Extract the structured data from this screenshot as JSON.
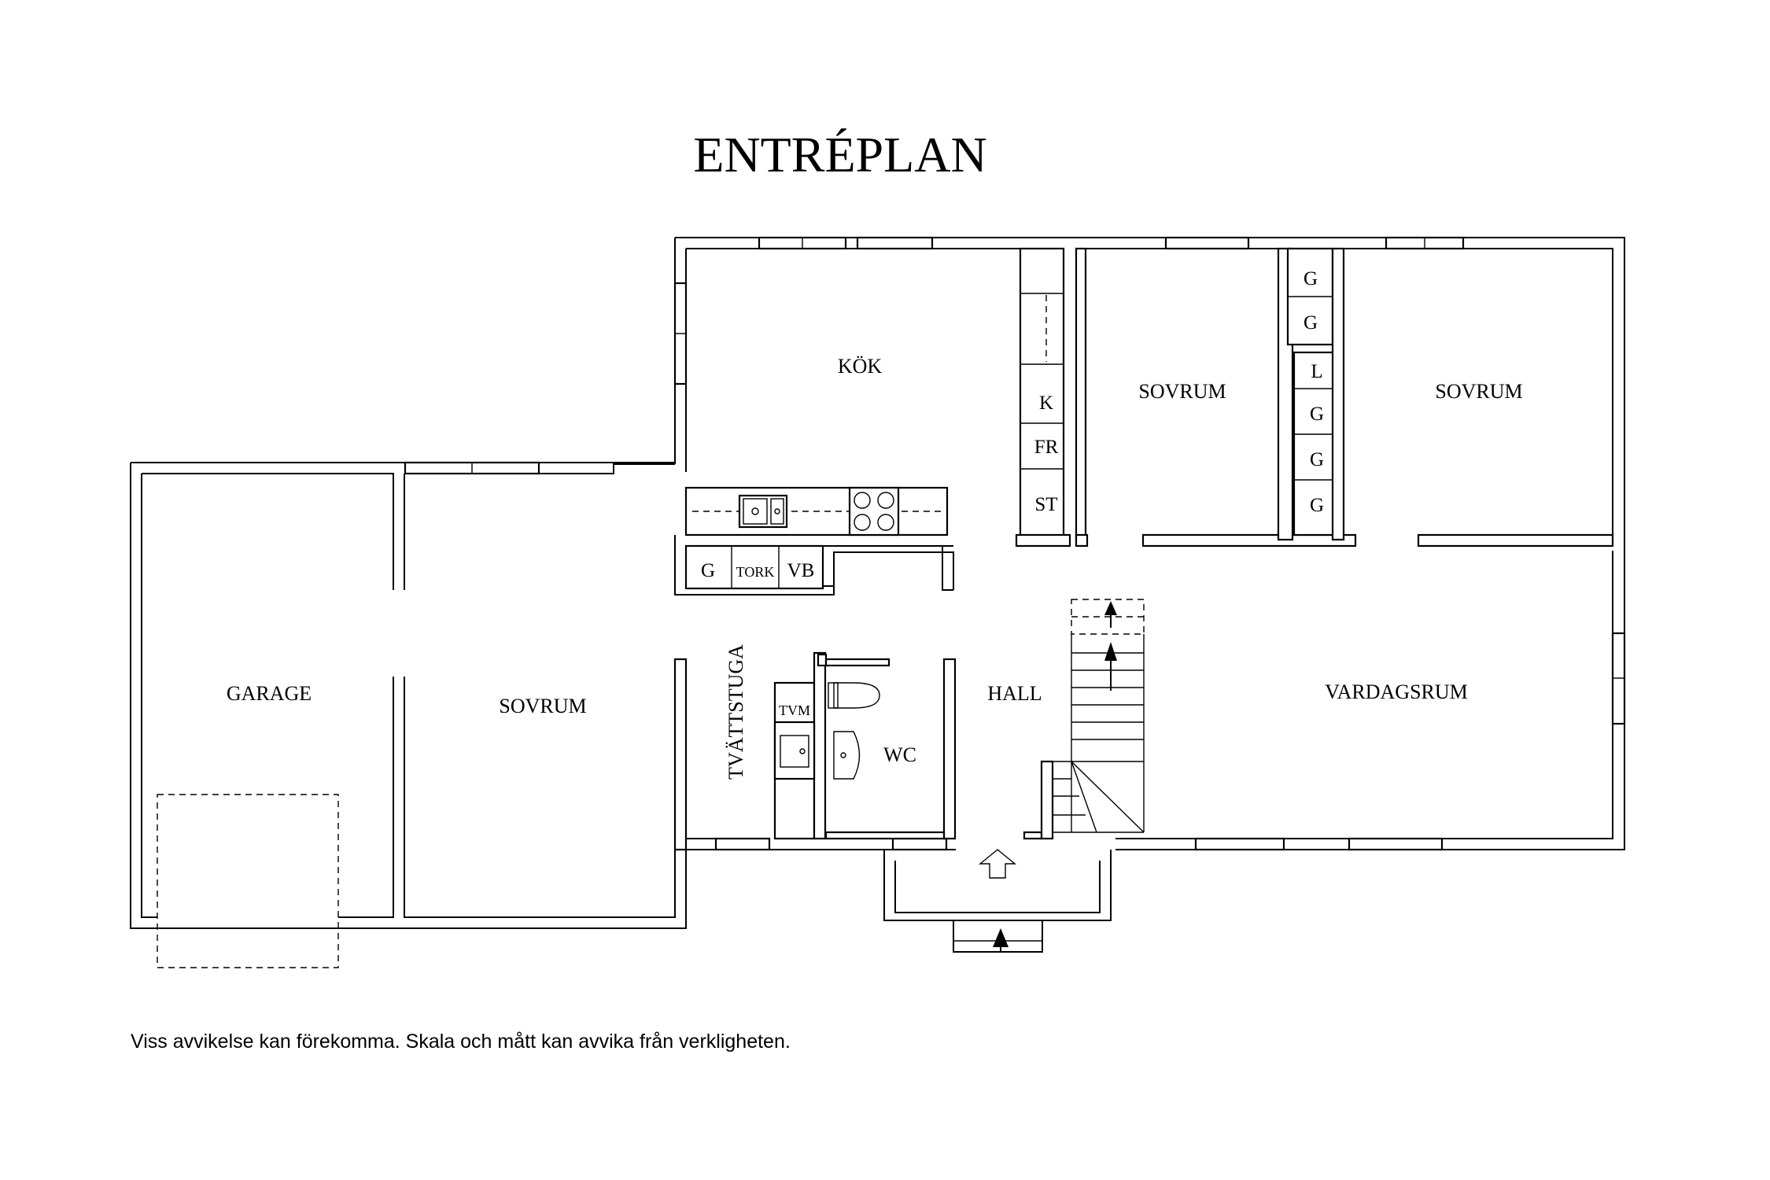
{
  "title": "ENTRÉPLAN",
  "rooms": {
    "kok": "KÖK",
    "sovrum_1": "SOVRUM",
    "sovrum_2": "SOVRUM",
    "garage": "GARAGE",
    "sovrum_3": "SOVRUM",
    "tvattstuga": "TVÄTTSTUGA",
    "hall": "HALL",
    "wc": "WC",
    "vardagsrum": "VARDAGSRUM"
  },
  "fixtures": {
    "kitchen_k": "K",
    "kitchen_fr": "FR",
    "kitchen_st": "ST",
    "laundry_g": "G",
    "laundry_tork": "TORK",
    "laundry_vb": "VB",
    "laundry_tvm": "TVM",
    "wardrobe_top_1": "G",
    "wardrobe_top_2": "G",
    "wardrobe_l": "L",
    "wardrobe_g_1": "G",
    "wardrobe_g_2": "G",
    "wardrobe_g_3": "G"
  },
  "disclaimer": "Viss avvikelse kan förekomma. Skala och mått kan avvika från verkligheten."
}
